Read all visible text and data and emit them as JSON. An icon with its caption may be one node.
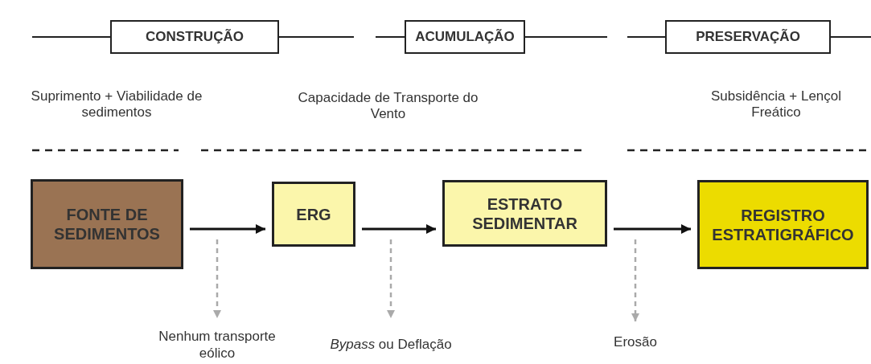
{
  "diagram": {
    "nodes": [
      {
        "text": [
          "CONSTRUÇÃO"
        ]
      },
      {
        "text": [
          "ACUMULAÇÃO"
        ]
      },
      {
        "text": [
          "PRESERVAÇÃO"
        ]
      },
      {
        "text": [
          "FONTE DE SEDIMENTOS"
        ]
      },
      {
        "text": [
          "ERG"
        ]
      },
      {
        "text": [
          "ESTRATO SEDIMENTAR"
        ]
      },
      {
        "text": [
          "REGISTRO ESTRATIGRÁFICO"
        ]
      },
      {
        "text": [
          "Nenhum transporte eólico"
        ]
      },
      {
        "text": [
          "*Bypass* ou Deflação"
        ]
      },
      {
        "text": [
          "Erosão"
        ]
      }
    ],
    "edges": [
      {
        "from": 3,
        "to": 4,
        "arrow": "to"
      },
      {
        "from": 4,
        "to": 5,
        "arrow": "to"
      },
      {
        "from": 5,
        "to": 6,
        "arrow": "to"
      },
      {
        "from": null,
        "to": 7,
        "arrow": "to",
        "style": "dashed",
        "color": "#aaaaaa"
      },
      {
        "from": null,
        "to": 8,
        "arrow": "to",
        "style": "dashed",
        "color": "#aaaaaa"
      },
      {
        "from": null,
        "to": 9,
        "arrow": "to",
        "style": "dashed",
        "color": "#aaaaaa"
      }
    ],
    "labels": [
      "Suprimento + Viabilidade de sedimentos",
      "Capacidade de Transporte do Vento",
      "Subsidência + Lençol Freático"
    ]
  }
}
